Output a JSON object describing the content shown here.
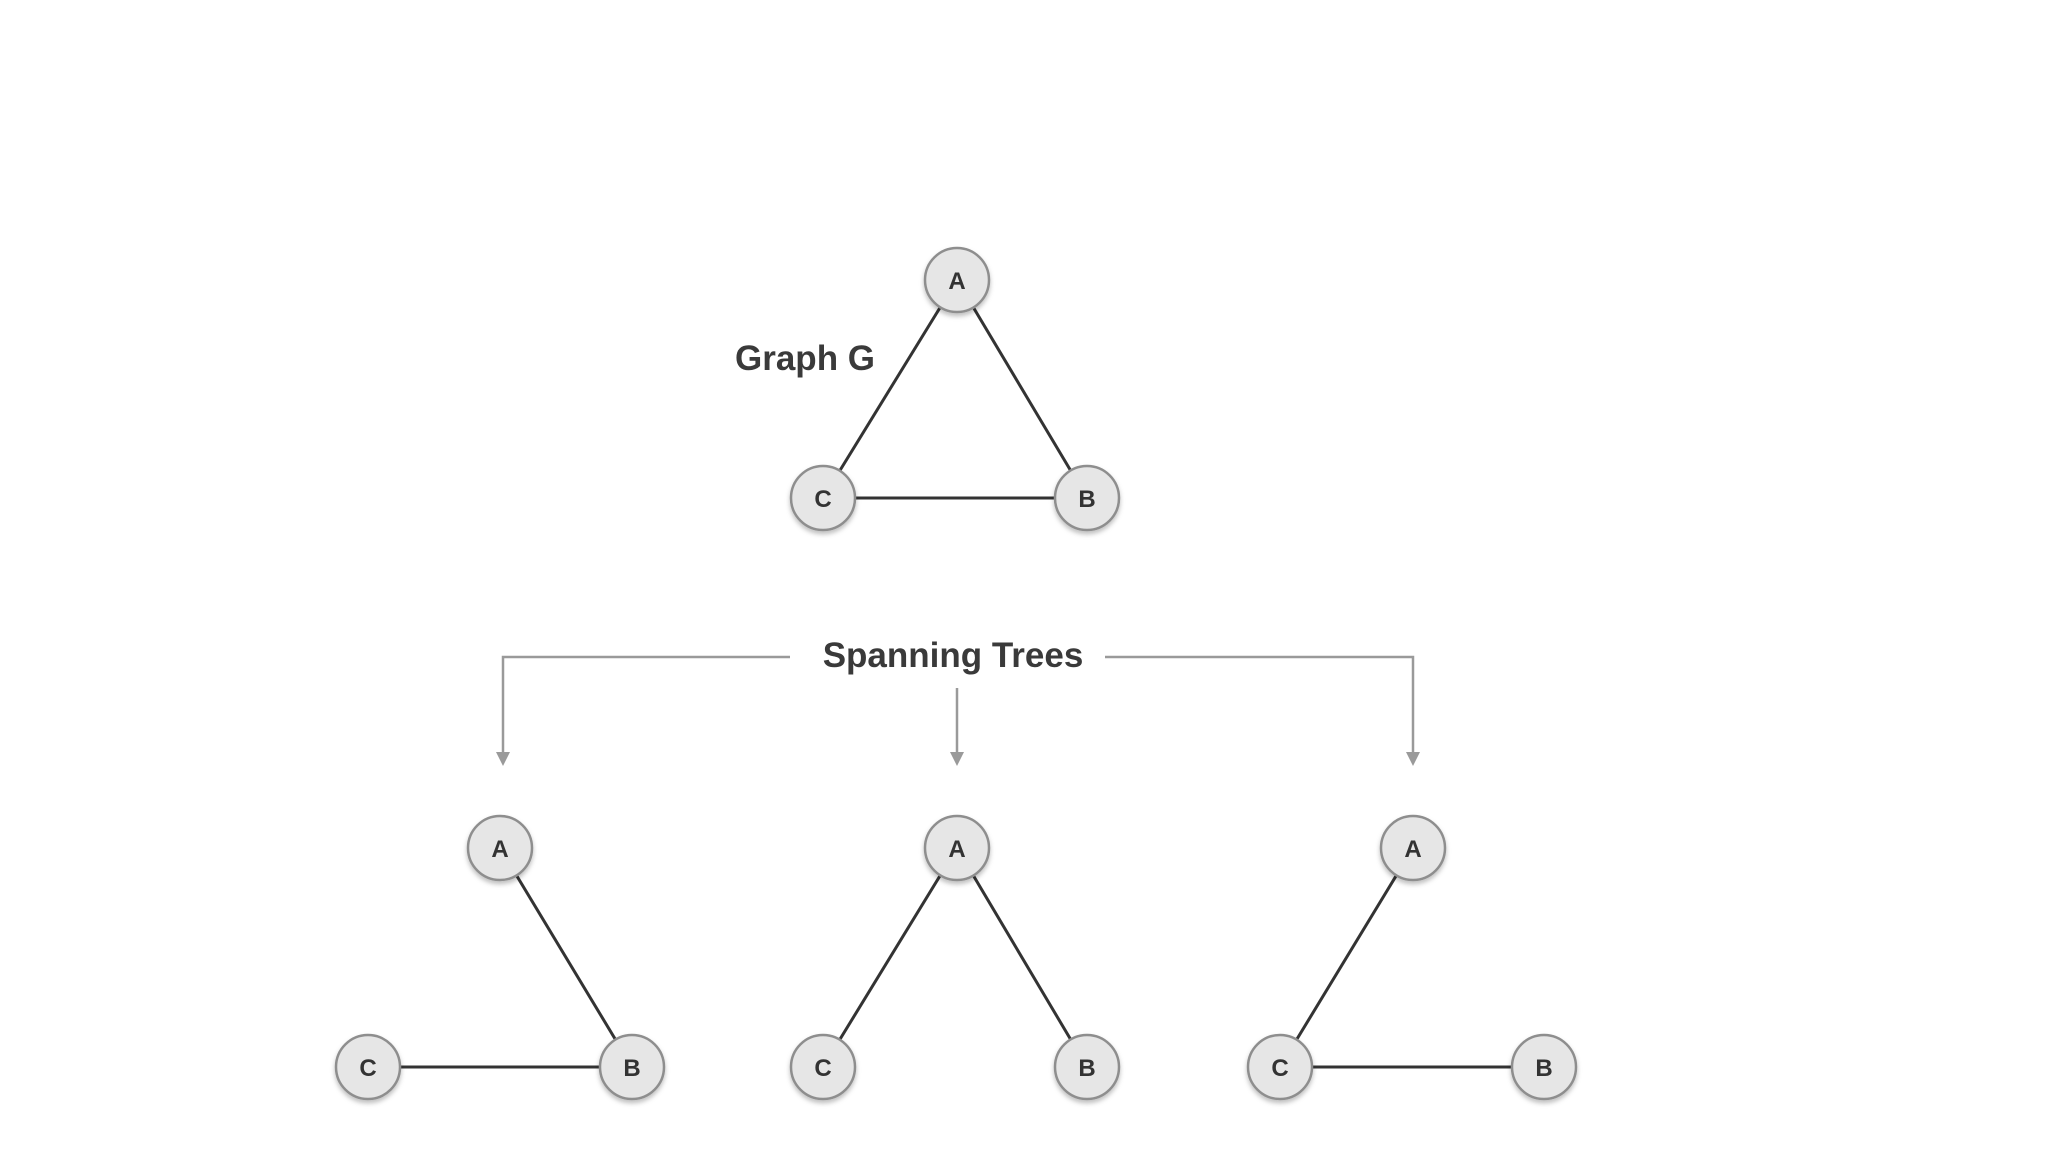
{
  "graph": {
    "label": "Graph G",
    "nodes": [
      "A",
      "B",
      "C"
    ],
    "edges": [
      [
        "A",
        "B"
      ],
      [
        "A",
        "C"
      ],
      [
        "C",
        "B"
      ]
    ]
  },
  "spanning_trees": {
    "label": "Spanning Trees",
    "trees": [
      {
        "nodes": [
          "A",
          "B",
          "C"
        ],
        "edges": [
          [
            "A",
            "B"
          ],
          [
            "C",
            "B"
          ]
        ]
      },
      {
        "nodes": [
          "A",
          "B",
          "C"
        ],
        "edges": [
          [
            "A",
            "C"
          ],
          [
            "A",
            "B"
          ]
        ]
      },
      {
        "nodes": [
          "A",
          "B",
          "C"
        ],
        "edges": [
          [
            "A",
            "C"
          ],
          [
            "C",
            "B"
          ]
        ]
      }
    ]
  },
  "colors": {
    "node_fill": "#e6e6e6",
    "node_stroke": "#8e8e8e",
    "edge": "#333333",
    "connector": "#9a9a9a",
    "text": "#333333"
  }
}
